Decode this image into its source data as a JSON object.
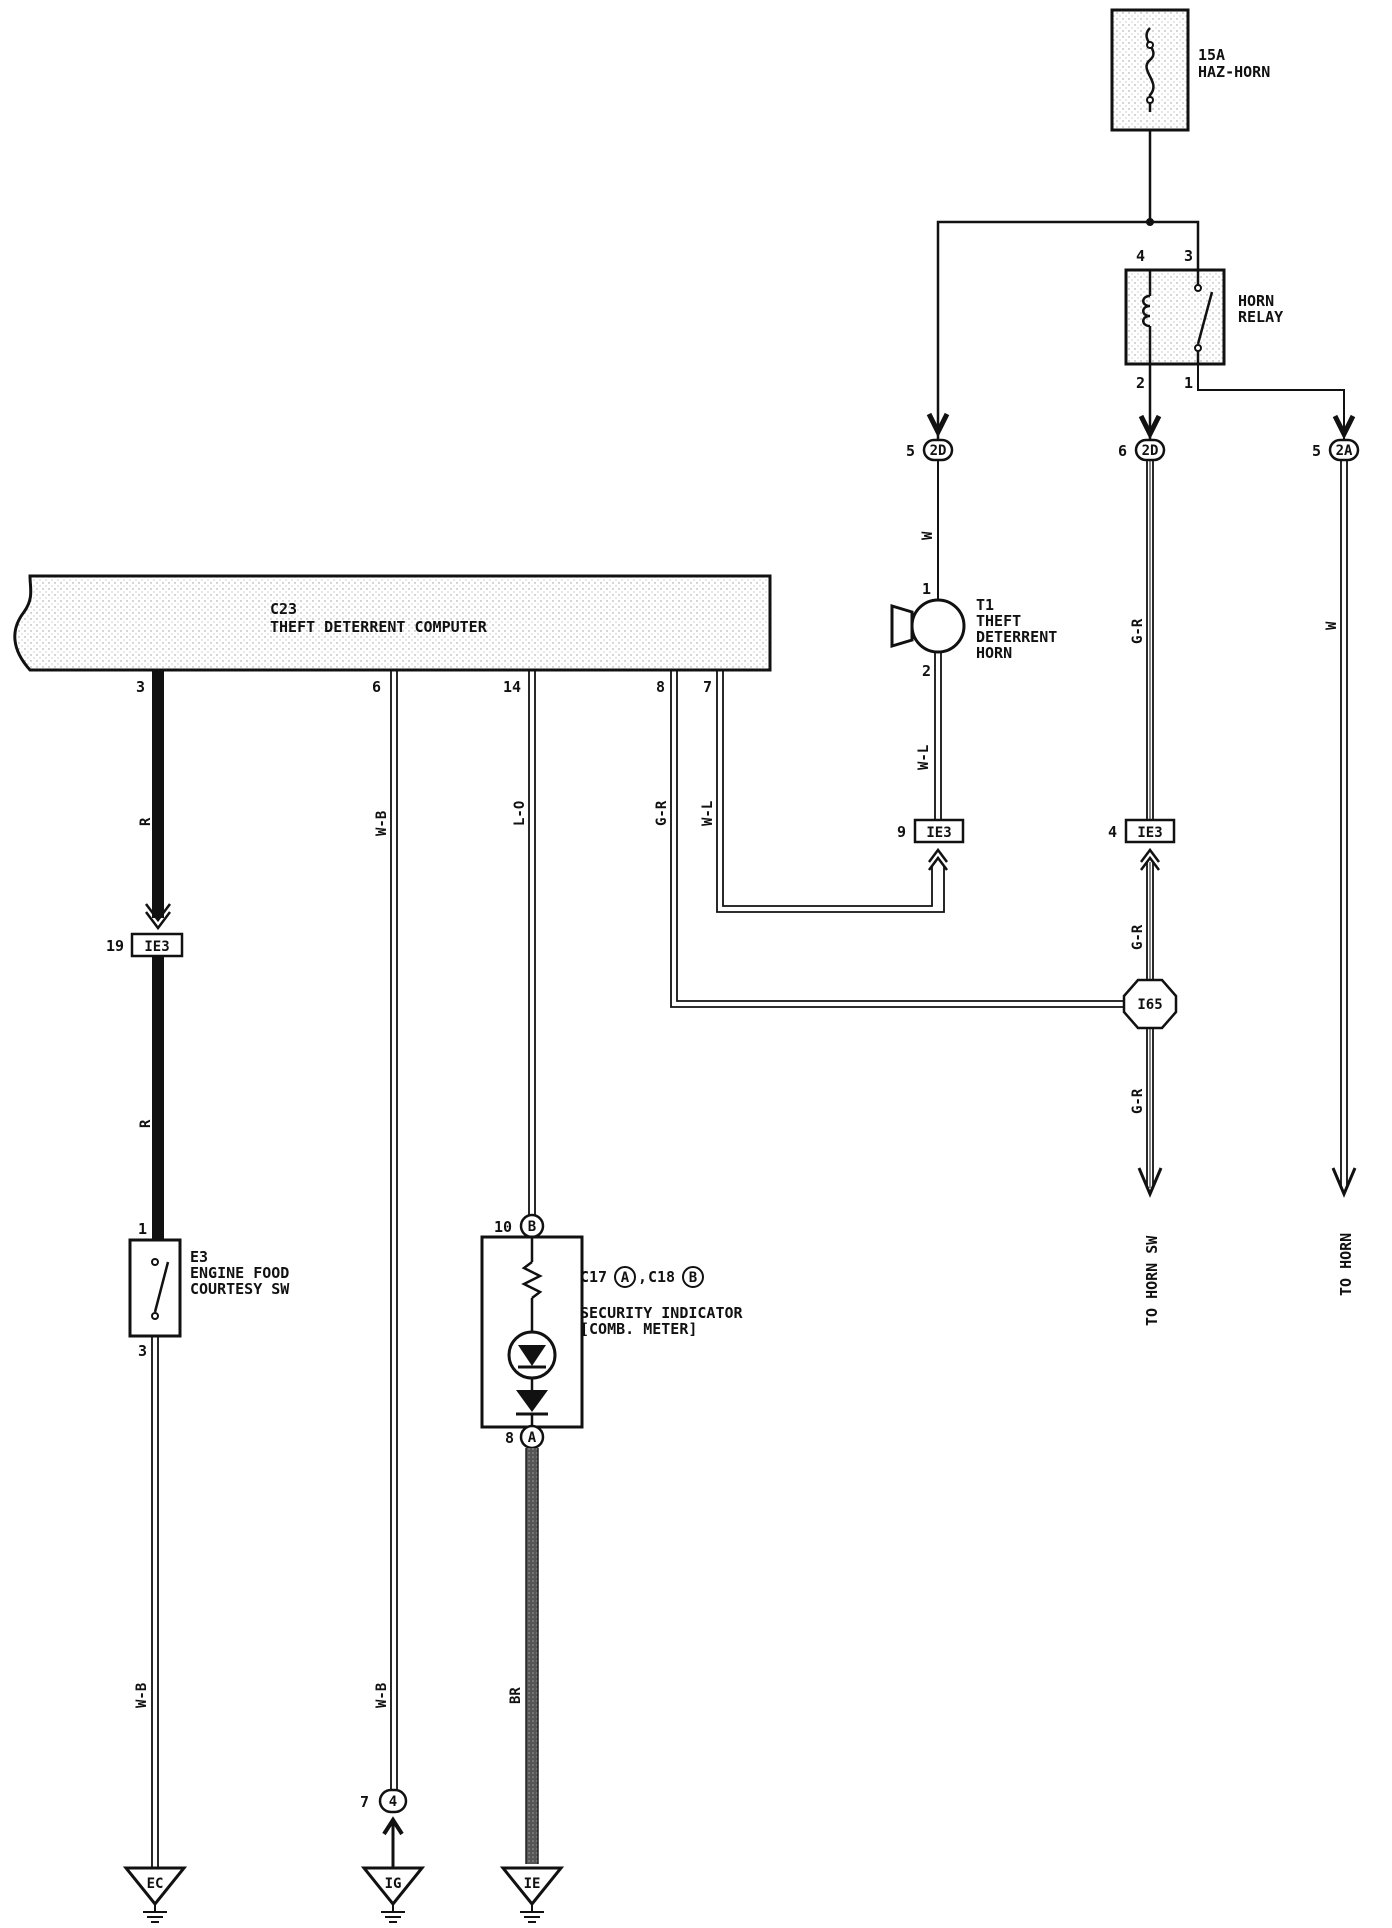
{
  "fuse": {
    "rating": "15A",
    "name": "HAZ-HORN"
  },
  "horn_relay": {
    "line1": "HORN",
    "line2": "RELAY",
    "pin_top_left": "4",
    "pin_top_right": "3",
    "pin_bottom_left": "2",
    "pin_bottom_right": "1"
  },
  "computer": {
    "code": "C23",
    "name": "THEFT DETERRENT COMPUTER",
    "pins": [
      "3",
      "6",
      "14",
      "8",
      "7"
    ]
  },
  "horn": {
    "code": "T1",
    "line1": "THEFT",
    "line2": "DETERRENT",
    "line3": "HORN",
    "pin_top": "1",
    "pin_bottom": "2"
  },
  "connectors": {
    "c2d_left": {
      "pin": "5",
      "code": "2D"
    },
    "c2d_mid": {
      "pin": "6",
      "code": "2D"
    },
    "c2a": {
      "pin": "5",
      "code": "2A"
    },
    "ie3_horn": {
      "pin": "9",
      "code": "IE3"
    },
    "ie3_right": {
      "pin": "4",
      "code": "IE3"
    },
    "ie3_left": {
      "pin": "19",
      "code": "IE3"
    },
    "i65": {
      "code": "I65"
    },
    "c4": {
      "pin": "7",
      "code": "4"
    }
  },
  "courtesy_sw": {
    "code": "E3",
    "line1": "ENGINE FOOD",
    "line2": "COURTESY SW",
    "pin_top": "1",
    "pin_bottom": "3"
  },
  "indicator": {
    "pin_b": "10",
    "pin_a": "8",
    "code_a": "C17",
    "mark_a": "A",
    "code_b": "C18",
    "mark_b": "B",
    "line1": "SECURITY INDICATOR",
    "line2": "[COMB. METER]"
  },
  "wire_colors": {
    "r_upper": "R",
    "r_lower": "R",
    "wb_e3": "W-B",
    "wb_mid": "W-B",
    "wb_lower": "W-B",
    "lo": "L-O",
    "gr_c23": "G-R",
    "wl_c23": "W-L",
    "wl_horn": "W-L",
    "w_horn": "W",
    "gr_relay": "G-R",
    "w_right": "W",
    "gr_ie3": "G-R",
    "gr_i65": "G-R",
    "br": "BR"
  },
  "grounds": {
    "ec": "EC",
    "ig": "IG",
    "ie": "IE"
  },
  "destinations": {
    "horn_sw": "TO HORN SW",
    "horn": "TO HORN"
  }
}
